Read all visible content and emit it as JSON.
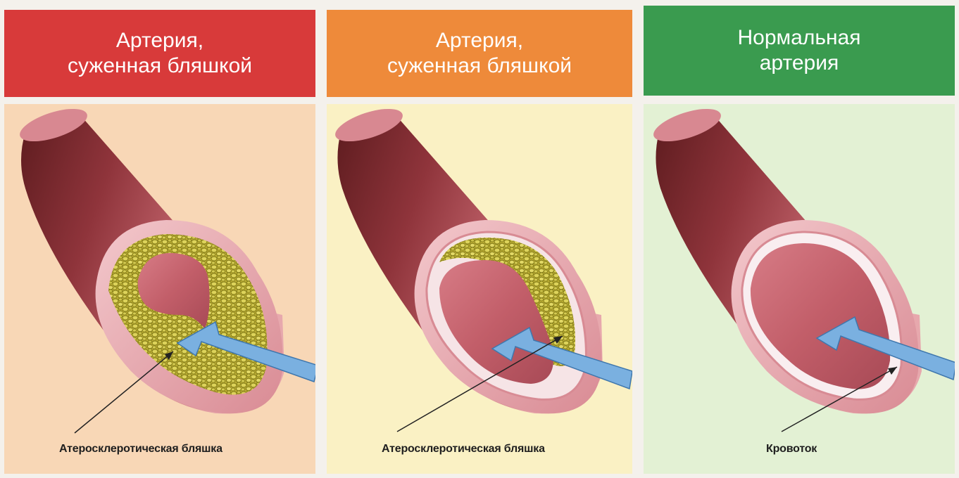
{
  "panels": [
    {
      "title_line1": "Артерия,",
      "title_line2": "суженная бляшкой",
      "header_color": "#d83a3a",
      "body_color": "#f8d7b6",
      "caption": "Атеросклеротическая бляшка",
      "state": "severe-plaque"
    },
    {
      "title_line1": "Артерия,",
      "title_line2": "суженная бляшкой",
      "header_color": "#ee8a3a",
      "body_color": "#faf1c4",
      "caption": "Атеросклеротическая бляшка",
      "state": "moderate-plaque"
    },
    {
      "title_line1": "Нормальная",
      "title_line2": "артерия",
      "header_color": "#3a9b4f",
      "body_color": "#e3f1d4",
      "caption": "Кровоток",
      "state": "normal"
    }
  ],
  "colors": {
    "artery_dark": "#7d2a2a",
    "artery_mid": "#b94a55",
    "artery_light": "#e6a0a8",
    "lumen": "#e8939b",
    "plaque": "#c9c236",
    "plaque_dark": "#8a8a1c",
    "arrow": "#6fa8dc"
  }
}
